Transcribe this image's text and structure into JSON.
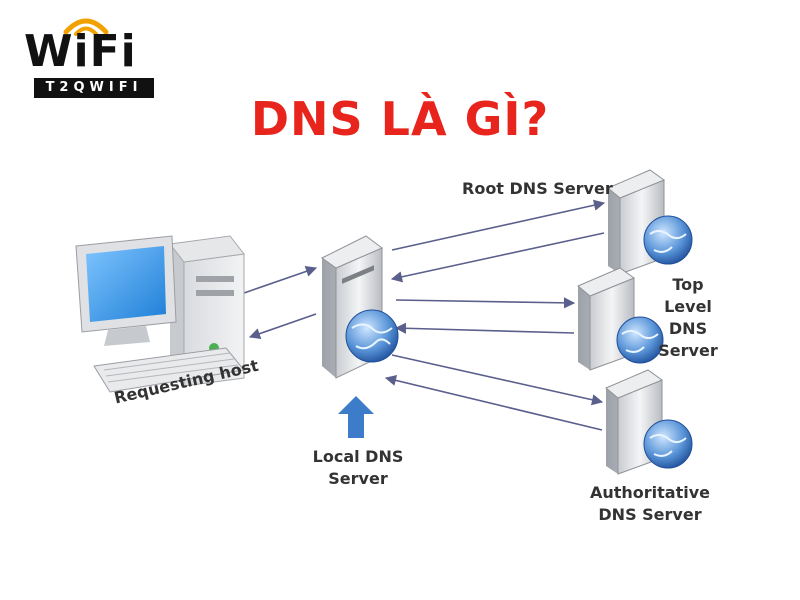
{
  "logo": {
    "word": "WiFi",
    "tagline": "T2QWIFI"
  },
  "title": "DNS LÀ GÌ?",
  "nodes": {
    "requesting_host": "Requesting host",
    "local_dns": [
      "Local DNS",
      "Server"
    ],
    "root_dns": "Root DNS Server",
    "tld_dns": [
      "Top",
      "Level",
      "DNS",
      "Server"
    ],
    "authoritative_dns": [
      "Authoritative",
      "DNS Server"
    ]
  },
  "colors": {
    "title": "#e8251c",
    "arrow": "#5a5f8c",
    "local_arrow": "#3d7cc9",
    "logo_accent": "#f2a200"
  }
}
